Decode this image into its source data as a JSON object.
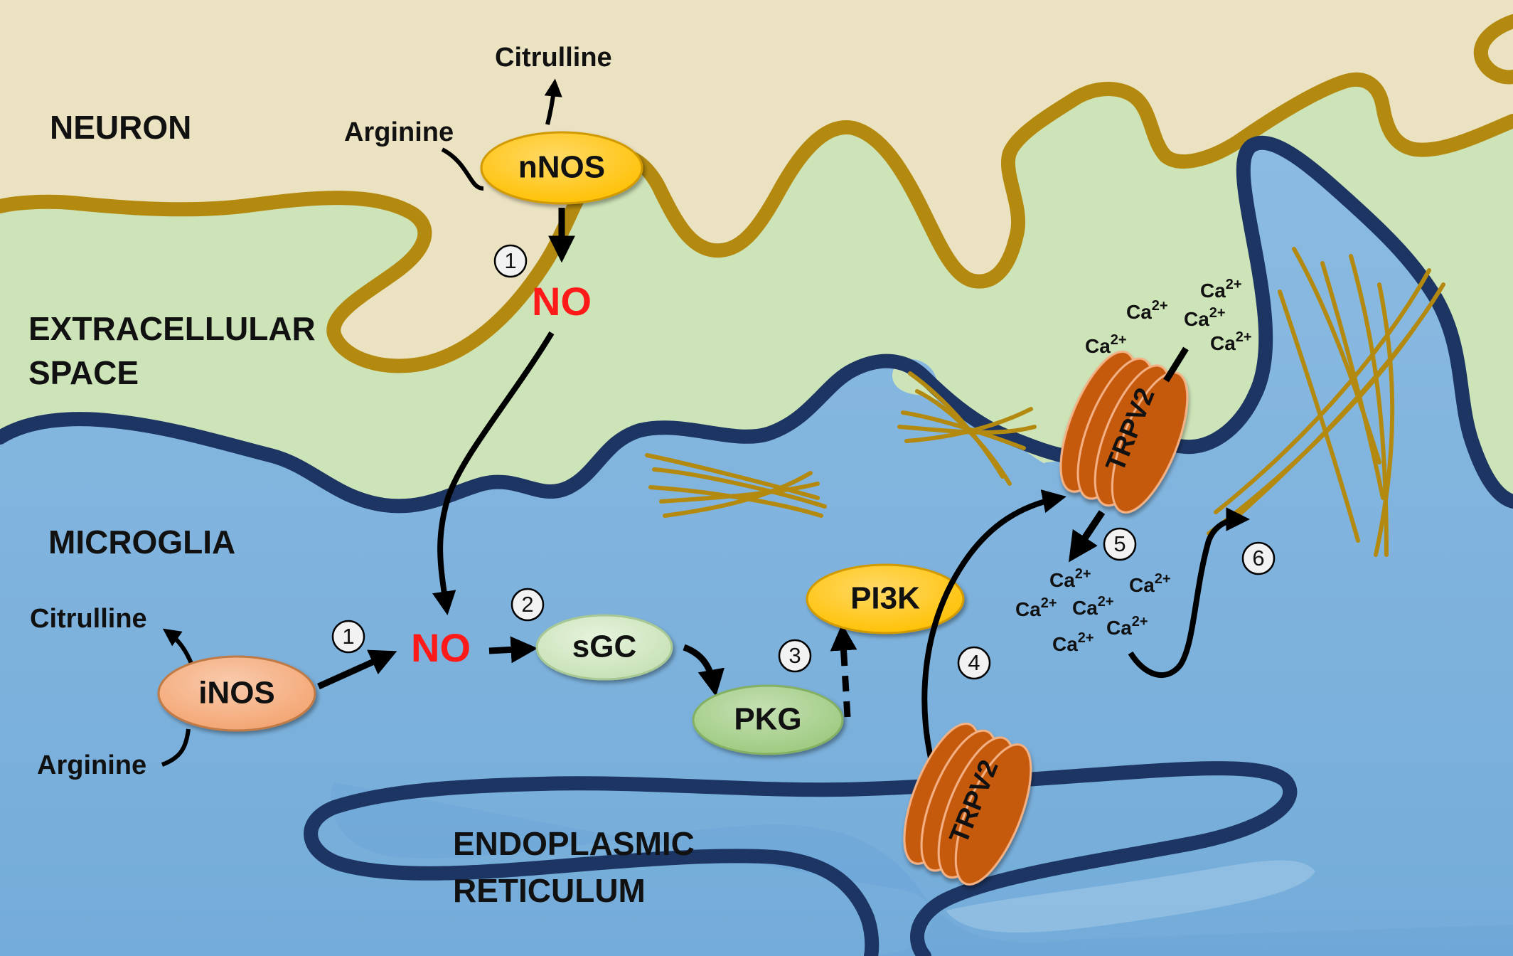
{
  "regions": {
    "neuron": "NEURON",
    "extracellular_line1": "EXTRACELLULAR",
    "extracellular_line2": "SPACE",
    "microglia": "MICROGLIA",
    "er_line1": "ENDOPLASMIC",
    "er_line2": "RETICULUM"
  },
  "neuron_pathway": {
    "substrate": "Arginine",
    "product": "Citrulline",
    "enzyme": "nNOS",
    "step": "1",
    "no_label": "NO"
  },
  "microglia_pathway": {
    "substrate": "Arginine",
    "product": "Citrulline",
    "enzyme": "iNOS",
    "step_1": "1",
    "no_label": "NO",
    "step_2": "2",
    "sgc": "sGC",
    "pkg": "PKG",
    "step_3": "3",
    "pi3k": "PI3K",
    "step_4": "4",
    "step_5": "5",
    "step_6": "6"
  },
  "channels": {
    "membrane_channel": "TRPV2",
    "er_channel": "TRPV2"
  },
  "calcium": {
    "ion": "Ca",
    "charge": "2+"
  },
  "colors": {
    "neuron_bg": "#ebe2c1",
    "extracellular_bg": "#cde3b8",
    "microglia_bg": "#7fb3de",
    "neuron_membrane": "#b38a0f",
    "microglia_membrane": "#1d3563",
    "nos_yellow": "#ffc000",
    "inos_orange": "#f4b183",
    "sgc_green": "#d7ecc9",
    "pkg_green": "#a9d18e",
    "trpv2": "#c55a11",
    "no_red": "#ff1a1a"
  }
}
